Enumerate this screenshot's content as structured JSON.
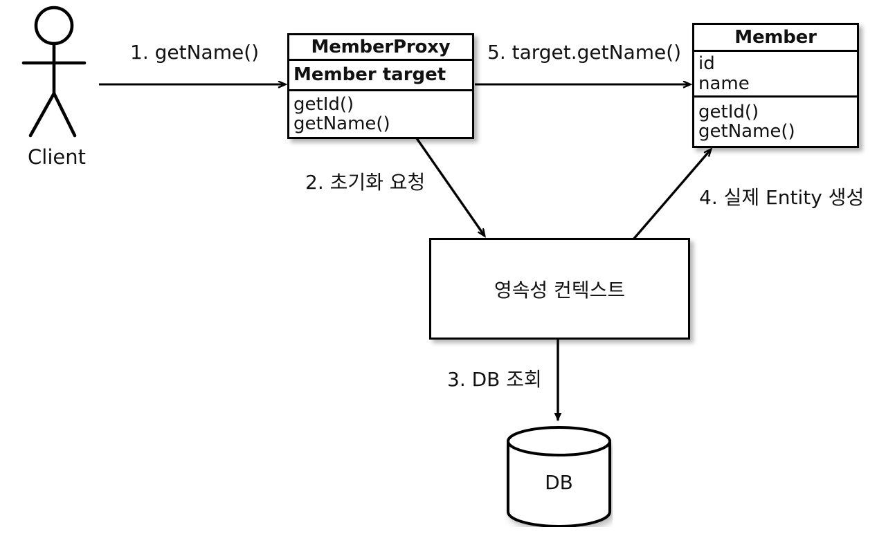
{
  "diagram": {
    "title": "JPA Proxy lazy-loading sequence diagram",
    "background_color": "#ffffff",
    "stroke_color": "#000000"
  },
  "actor": {
    "name": "actor-client",
    "label": "Client",
    "icon": "stick-figure-actor-icon"
  },
  "classes": [
    {
      "id": "memberproxy",
      "title": "MemberProxy",
      "attributes": [
        "Member target"
      ],
      "attributes_bold": true,
      "operations": [
        "getId()",
        "getName()"
      ]
    },
    {
      "id": "member",
      "title": "Member",
      "attributes": [
        "id",
        "name"
      ],
      "attributes_bold": false,
      "operations": [
        "getId()",
        "getName()"
      ]
    }
  ],
  "nodes": {
    "context": {
      "label": "영속성 컨텍스트",
      "shape": "rectangle"
    },
    "database": {
      "label": "DB",
      "shape": "cylinder"
    }
  },
  "edges": [
    {
      "id": "e1",
      "label": "1. getName()",
      "from": "Client",
      "to": "MemberProxy",
      "arrowhead": "open"
    },
    {
      "id": "e2",
      "label": "2. 초기화 요청",
      "from": "MemberProxy",
      "to": "영속성 컨텍스트",
      "arrowhead": "open"
    },
    {
      "id": "e3",
      "label": "3. DB 조회",
      "from": "영속성 컨텍스트",
      "to": "DB",
      "arrowhead": "filled"
    },
    {
      "id": "e4",
      "label": "4. 실제 Entity 생성",
      "from": "영속성 컨텍스트",
      "to": "Member",
      "arrowhead": "open"
    },
    {
      "id": "e5",
      "label": "5. target.getName()",
      "from": "MemberProxy",
      "to": "Member",
      "arrowhead": "open"
    }
  ]
}
